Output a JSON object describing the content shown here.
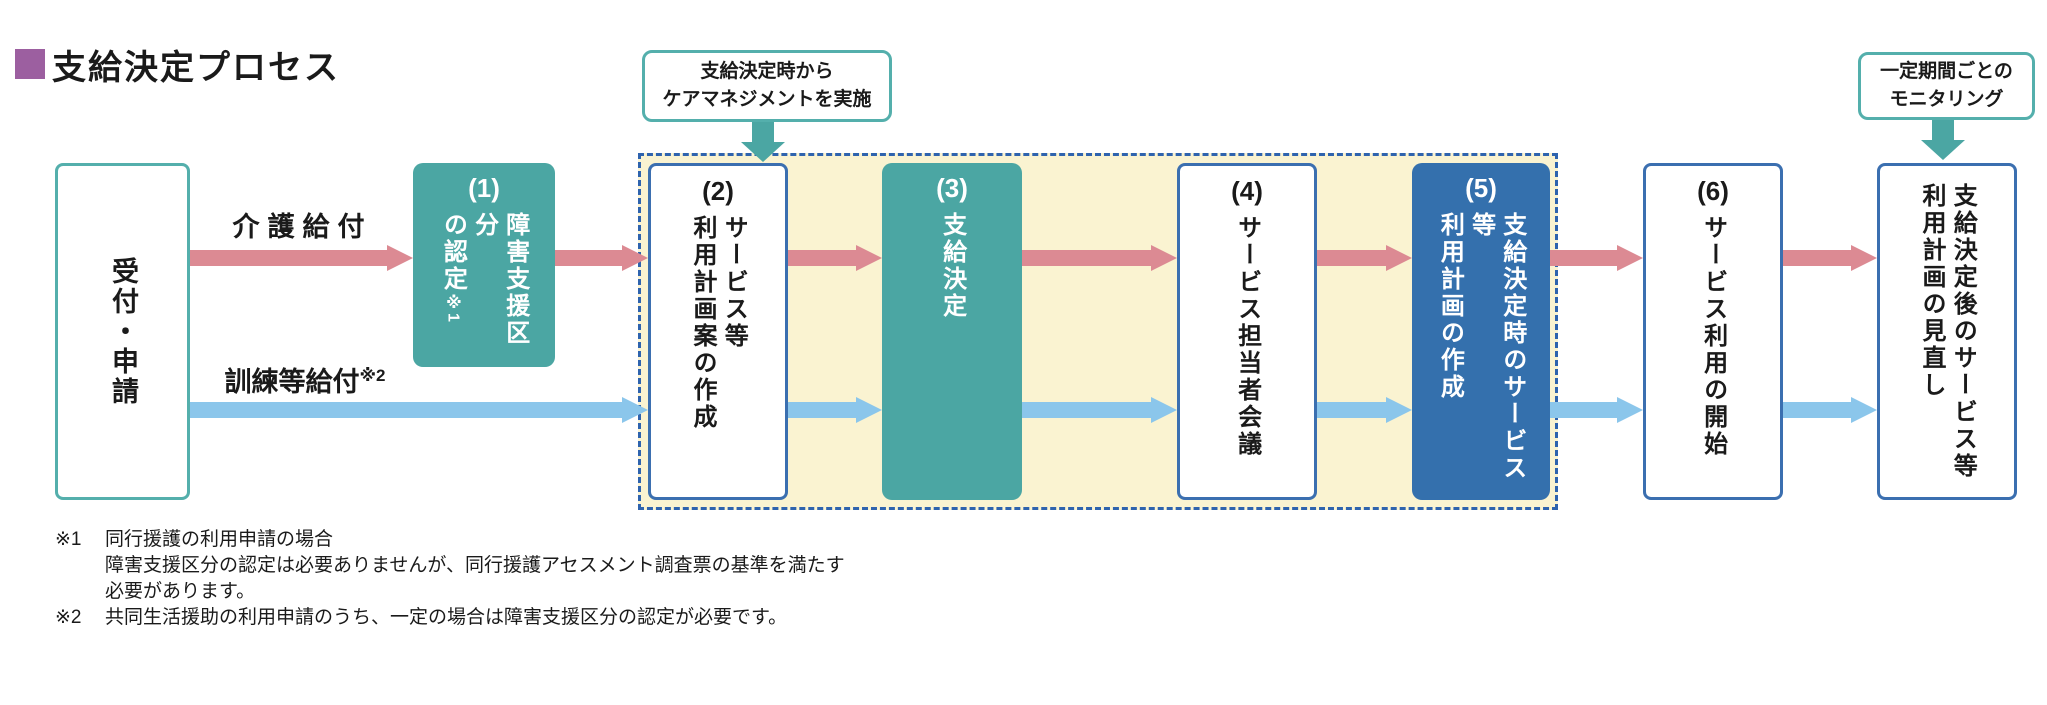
{
  "title": {
    "text": "支給決定プロセス"
  },
  "callouts": {
    "care_management": "支給決定時から\nケアマネジメントを実施",
    "monitoring": "一定期間ごとの\nモニタリング"
  },
  "flow": {
    "reception": {
      "label": "受付・申請"
    },
    "step1": {
      "number": "(1)",
      "label": "障害支援区分\nの認定",
      "note": "※1"
    },
    "step2": {
      "number": "(2)",
      "label": "サービス等\n利用計画案の作成"
    },
    "step3": {
      "number": "(3)",
      "label": "支給決定"
    },
    "step4": {
      "number": "(4)",
      "label": "サービス担当者会議"
    },
    "step5": {
      "number": "(5)",
      "label": "支給決定時のサービス等\n利用計画の作成"
    },
    "step6": {
      "number": "(6)",
      "label": "サービス利用の開始"
    },
    "review": {
      "label": "支給決定後のサービス等\n利用計画の見直し"
    }
  },
  "arrows": {
    "kaigo_label": "介護給付",
    "kunren_label": "訓練等給付",
    "kunren_note": "※2"
  },
  "footnotes": [
    {
      "marker": "※1",
      "text": "同行援護の利用申請の場合\n障害支援区分の認定は必要ありませんが、同行援護アセスメント調査票の基準を満たす\n必要があります。"
    },
    {
      "marker": "※2",
      "text": "共同生活援助の利用申請のうち、一定の場合は障害支援区分の認定が必要です。"
    }
  ],
  "colors": {
    "teal": "#4BA6A3",
    "blue_box": "#3470AD",
    "pink_arrow": "#DC8A93",
    "light_blue_arrow": "#8BC6EB",
    "cream_panel": "#FAF3D1",
    "dashed_border": "#2E63AE",
    "title_square": "#9C5FA0"
  }
}
